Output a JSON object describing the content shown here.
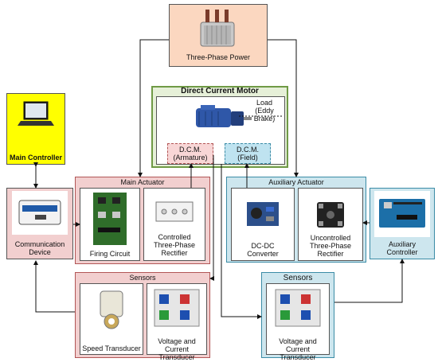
{
  "colors": {
    "power": "#fbd7c0",
    "motor_bg": "#e6f0d8",
    "motor_border": "#6f9a45",
    "main_controller": "#ffff00",
    "red_bg": "#f2cfcf",
    "red_border": "#b25656",
    "blue_bg": "#cde6ee",
    "blue_border": "#3b8ca6",
    "armature_bg": "#f8d6d6",
    "field_bg": "#bfe3f0"
  },
  "power": {
    "label": "Three-Phase Power"
  },
  "motor": {
    "title": "Direct Current Motor",
    "load": "Load\n(Eddy Brake)",
    "armature": "D.C.M.\n(Armature)",
    "field": "D.C.M.\n(Field)"
  },
  "main_controller": {
    "label": "Main Controller"
  },
  "communication": {
    "label": "Communication\nDevice"
  },
  "main_actuator": {
    "title": "Main Actuator",
    "firing": "Firing Circuit",
    "rectifier": "Controlled\nThree-Phase\nRectifier"
  },
  "aux_actuator": {
    "title": "Auxiliary Actuator",
    "dcdc": "DC-DC\nConverter",
    "uncontrolled": "Uncontrolled\nThree-Phase\nRectifier"
  },
  "aux_controller": {
    "label": "Auxiliary\nController"
  },
  "sensors_left": {
    "title": "Sensors",
    "speed": "Speed Transducer",
    "vc": "Voltage and Current\nTransducer"
  },
  "sensors_right": {
    "title": "Sensors",
    "vc": "Voltage and Current\nTransducer"
  }
}
